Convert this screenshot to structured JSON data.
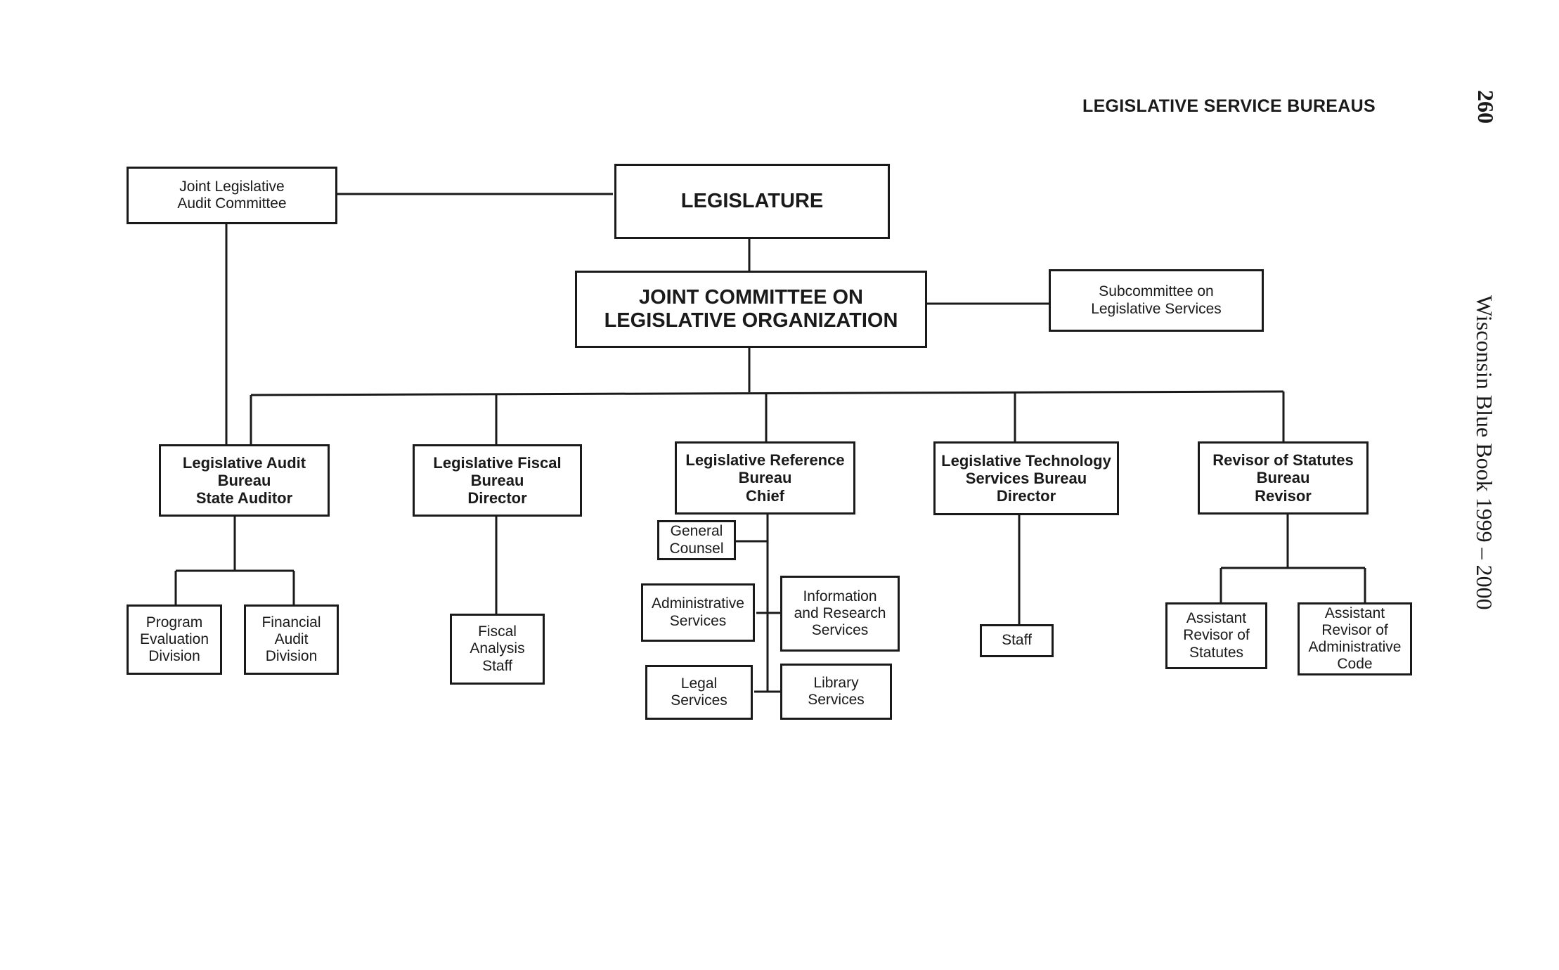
{
  "header": {
    "section_title": "LEGISLATIVE SERVICE BUREAUS",
    "page_number": "260",
    "book_title": "Wisconsin Blue Book 1999 – 2000"
  },
  "nodes": {
    "legislature": [
      "LEGISLATURE"
    ],
    "audit_committee": [
      "Joint Legislative",
      "Audit Committee"
    ],
    "jclo": [
      "JOINT COMMITTEE ON",
      "LEGISLATIVE ORGANIZATION"
    ],
    "subcommittee": [
      "Subcommittee on",
      "Legislative Services"
    ],
    "lab": [
      "Legislative Audit",
      "Bureau",
      "State Auditor"
    ],
    "lfb": [
      "Legislative Fiscal",
      "Bureau",
      "Director"
    ],
    "lrb": [
      "Legislative Reference",
      "Bureau",
      "Chief"
    ],
    "ltsb": [
      "Legislative Technology",
      "Services Bureau",
      "Director"
    ],
    "revisor": [
      "Revisor of Statutes",
      "Bureau",
      "Revisor"
    ],
    "program_eval": [
      "Program",
      "Evaluation",
      "Division"
    ],
    "financial_audit": [
      "Financial",
      "Audit",
      "Division"
    ],
    "fiscal_staff": [
      "Fiscal",
      "Analysis",
      "Staff"
    ],
    "general_counsel": [
      "General",
      "Counsel"
    ],
    "admin_services": [
      "Administrative",
      "Services"
    ],
    "info_research": [
      "Information",
      "and Research",
      "Services"
    ],
    "legal_services": [
      "Legal",
      "Services"
    ],
    "library_services": [
      "Library",
      "Services"
    ],
    "ltsb_staff": [
      "Staff"
    ],
    "asst_revisor_statutes": [
      "Assistant",
      "Revisor of",
      "Statutes"
    ],
    "asst_revisor_admin": [
      "Assistant",
      "Revisor of",
      "Administrative",
      "Code"
    ]
  }
}
